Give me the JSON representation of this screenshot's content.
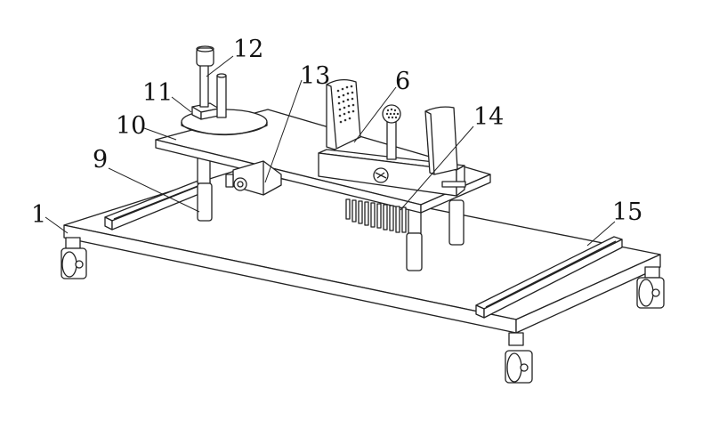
{
  "figure": {
    "labels": [
      "1",
      "9",
      "10",
      "11",
      "12",
      "13",
      "6",
      "14",
      "15"
    ]
  }
}
